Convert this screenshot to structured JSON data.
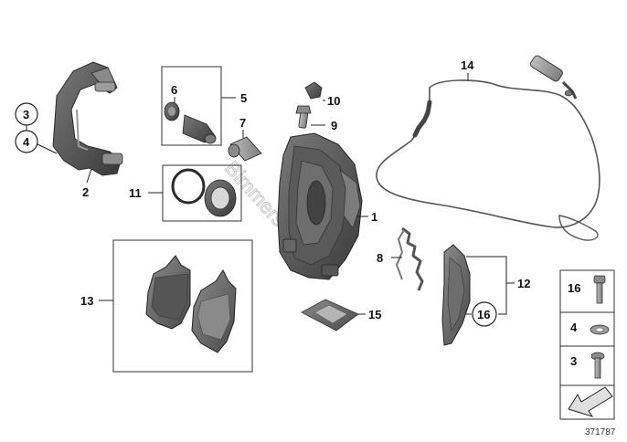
{
  "watermark": "Bimmerstore.pl",
  "diagram_id": "371787",
  "colors": {
    "part_dark": "#4a4a4a",
    "part_mid": "#6b6b6b",
    "part_light": "#9a9a9a",
    "line": "#222222",
    "box": "#333333"
  },
  "labels": {
    "l1": "1",
    "l2": "2",
    "l3": "3",
    "l4": "4",
    "l5": "5",
    "l6": "6",
    "l7": "7",
    "l8": "8",
    "l9": "9",
    "l10": "10",
    "l11": "11",
    "l12": "12",
    "l13": "13",
    "l14": "14",
    "l15": "15",
    "l16": "16"
  },
  "legend": {
    "l16": "16",
    "l4": "4",
    "l3": "3"
  }
}
